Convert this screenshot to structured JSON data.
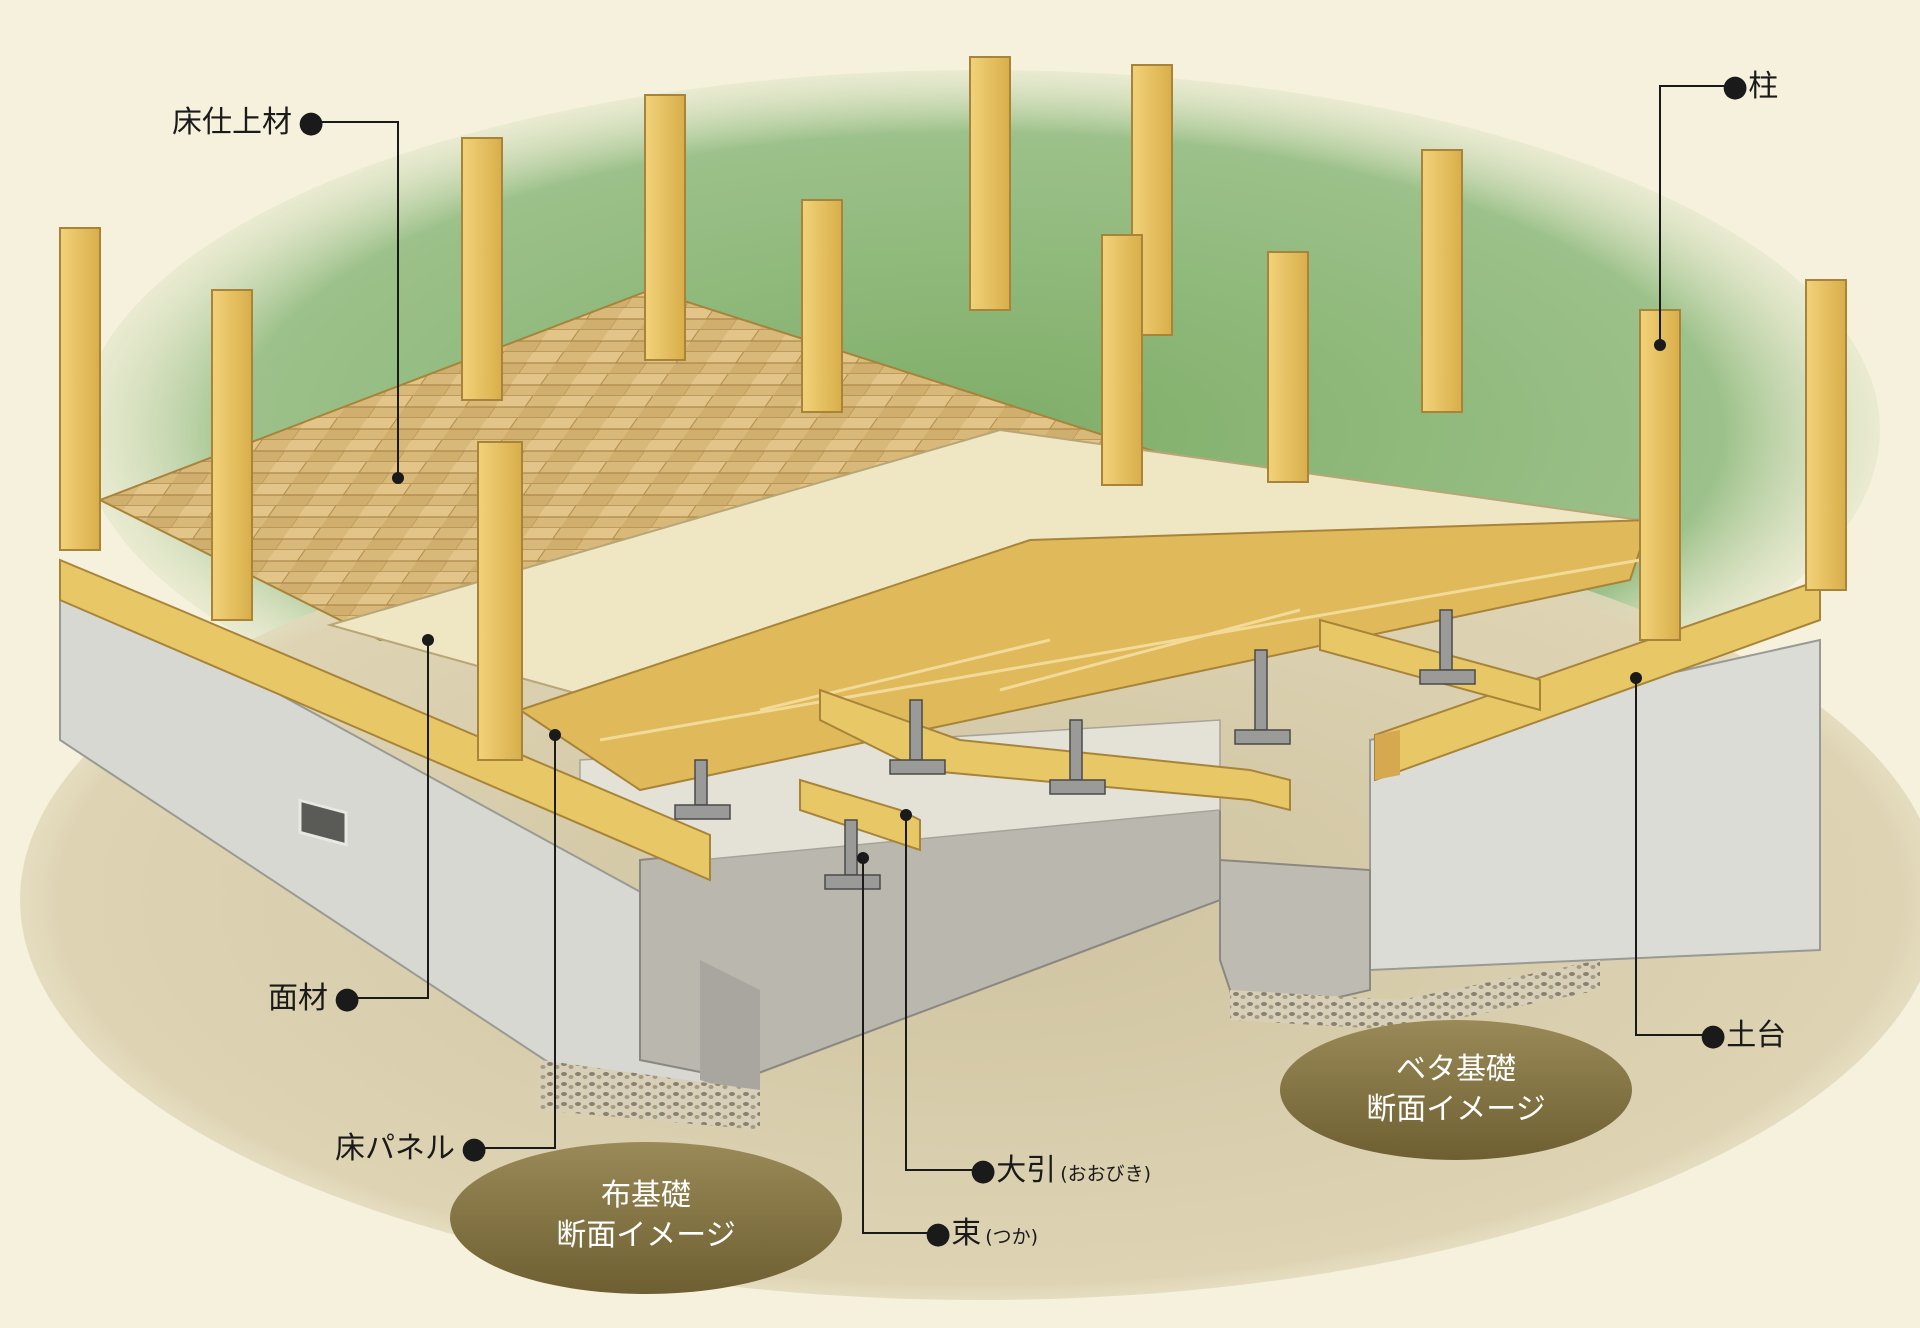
{
  "labels": {
    "floor_finish": "床仕上材",
    "pillar": "柱",
    "panel_material": "面材",
    "sill": "土台",
    "floor_panel": "床パネル",
    "ohbiki": "大引",
    "ohbiki_reading": "(おおびき)",
    "tsuka": "束",
    "tsuka_reading": "(つか)"
  },
  "badges": {
    "nuno": {
      "line1": "布基礎",
      "line2": "断面イメージ"
    },
    "beta": {
      "line1": "ベタ基礎",
      "line2": "断面イメージ"
    }
  },
  "colors": {
    "background": "#f6f1dc",
    "grass": "#8fb87a",
    "wood": "#e8c766",
    "wood_dark": "#c99b3a",
    "concrete": "#d9d8d2",
    "badge": "#8a7a4a"
  }
}
